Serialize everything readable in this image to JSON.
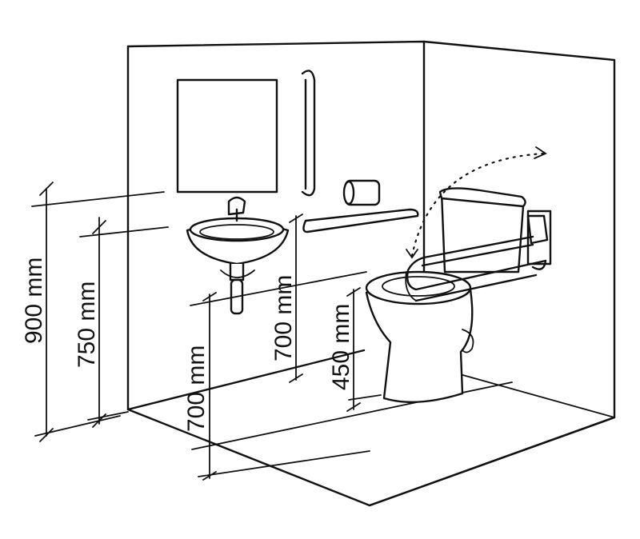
{
  "dimensions": {
    "basin_top_height": "900 mm",
    "basin_rim_height": "750 mm",
    "basin_rail_height": "700 mm",
    "floor_rail_offset": "700 mm",
    "toilet_seat_height": "450 mm"
  }
}
